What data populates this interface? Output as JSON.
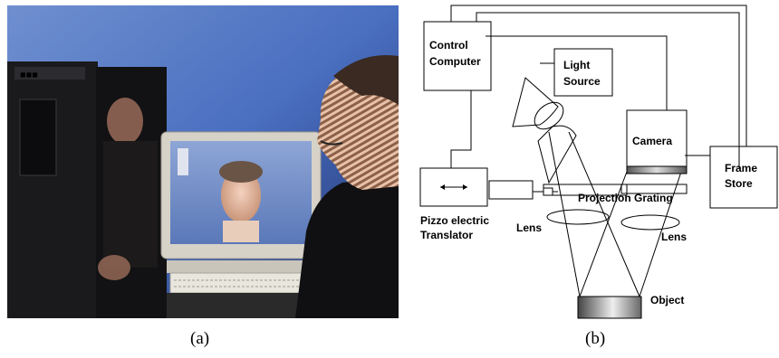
{
  "panel_a": {
    "caption": "(a)",
    "scene_description_icon": "photo-person-face-scan"
  },
  "panel_b": {
    "caption": "(b)",
    "labels": {
      "control_computer_line1": "Control",
      "control_computer_line2": "Computer",
      "light_source_line1": "Light",
      "light_source_line2": "Source",
      "camera": "Camera",
      "frame_store_line1": "Frame",
      "frame_store_line2": "Store",
      "projection_grating": "Projection Grating",
      "pizzo_line1": "Pizzo electric",
      "pizzo_line2": "Translator",
      "lens_left": "Lens",
      "lens_right": "Lens",
      "object": "Object"
    }
  }
}
